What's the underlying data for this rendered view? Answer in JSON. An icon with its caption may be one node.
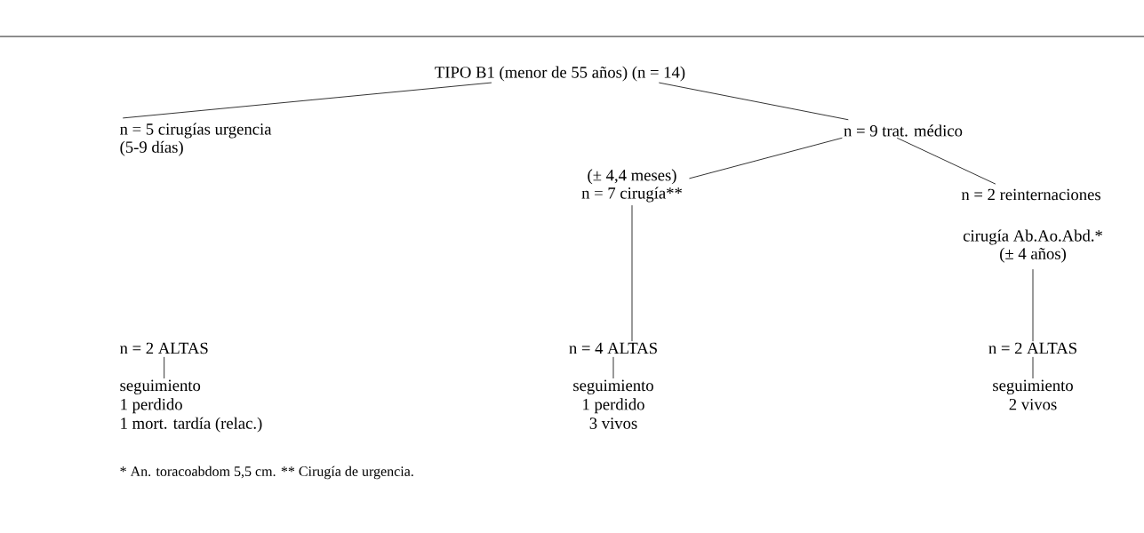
{
  "diagram": {
    "nodes": [
      {
        "text": [
          "TIPO B1 (menor de 55 años) (n = 14)"
        ]
      },
      {
        "text": [
          "n = 5 cirugías urgencia"
        ],
        "beside": [
          "(5-9 días)"
        ]
      },
      {
        "text": [
          "n = 9 trat. médico"
        ]
      },
      {
        "text": [
          "n = 7 cirugía**"
        ],
        "beside": [
          "(± 4,4 meses)"
        ]
      },
      {
        "text": [
          "n = 2 reinternaciones"
        ]
      },
      {
        "text": [
          "cirugía Ab.Ao.Abd.*"
        ],
        "beside": [
          "(± 4 años)"
        ]
      },
      {
        "text": [
          "n = 2 ALTAS"
        ]
      },
      {
        "text": [
          "n = 4 ALTAS"
        ]
      },
      {
        "text": [
          "n = 2 ALTAS"
        ]
      },
      {
        "text": [
          "seguimiento",
          "1 perdido",
          "1 mort. tardía (relac.)"
        ]
      },
      {
        "text": [
          "seguimiento",
          "1 perdido",
          "3 vivos"
        ]
      },
      {
        "text": [
          "seguimiento",
          "2 vivos"
        ]
      }
    ],
    "edges": [
      {
        "from": 0,
        "to": 1,
        "arrow": "none"
      },
      {
        "from": 0,
        "to": 2,
        "arrow": "none"
      },
      {
        "from": 2,
        "to": 3,
        "arrow": "none"
      },
      {
        "from": 2,
        "to": 4,
        "arrow": "none"
      },
      {
        "from": 3,
        "to": 7,
        "arrow": "none"
      },
      {
        "from": 5,
        "to": 8,
        "arrow": "none"
      },
      {
        "from": 6,
        "to": 9,
        "arrow": "none"
      },
      {
        "from": 7,
        "to": 10,
        "arrow": "none"
      },
      {
        "from": 8,
        "to": 11,
        "arrow": "none"
      }
    ],
    "labels": [
      "* An. toracoabdom 5,5 cm.  ** Cirugía de urgencia."
    ]
  }
}
